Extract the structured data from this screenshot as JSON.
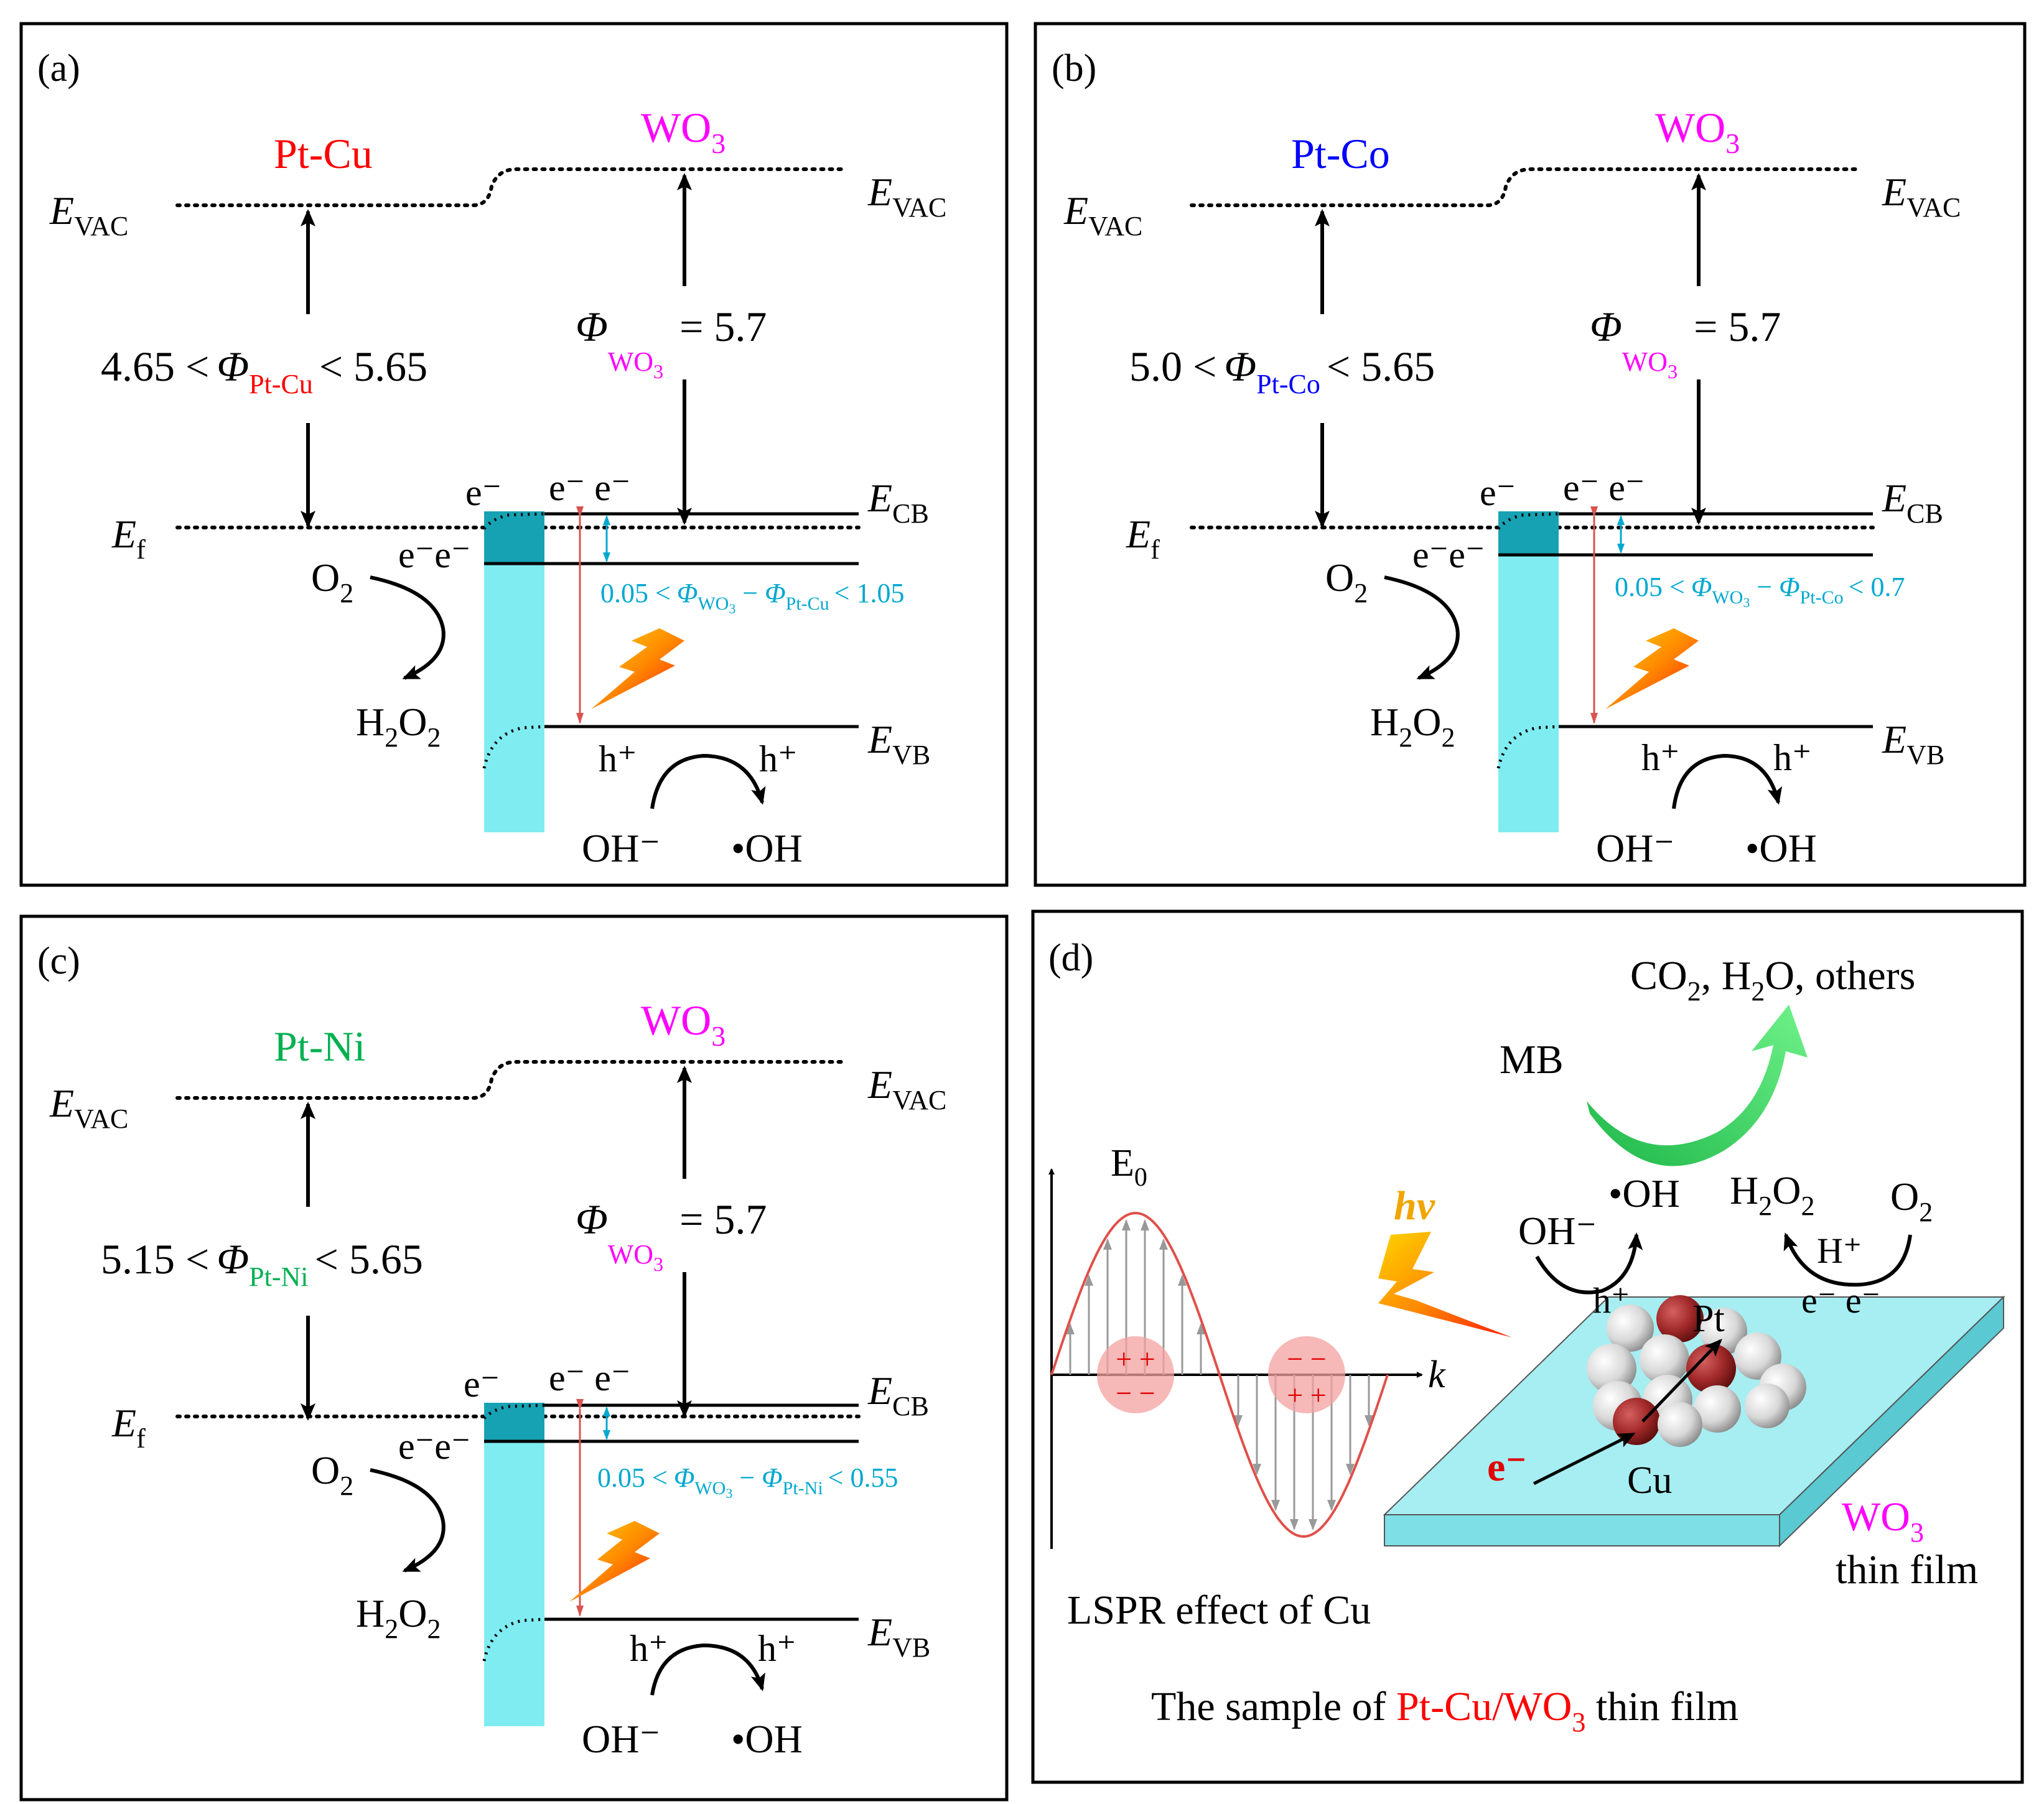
{
  "colors": {
    "cu": "#ff0000",
    "co": "#0000ff",
    "ni": "#00b050",
    "wo3": "#ff00ff",
    "band_fill": "#7fecf2",
    "band_dark": "#17a2b3",
    "offset_text": "#00b0d8",
    "gap_arrow": "#d9534f",
    "hv": "#f0a500",
    "film_top": "#a6eef2",
    "mb_arrow": "#22c55e"
  },
  "panel_a": {
    "label": "(a)",
    "metal_sym": "Pt-Cu",
    "wo3_main": "WO",
    "wo3_sub": "3",
    "evac_e": "E",
    "evac_sub": "VAC",
    "ef_e": "E",
    "ef_sub": "f",
    "ecb_e": "E",
    "ecb_sub": "CB",
    "evb_e": "E",
    "evb_sub": "VB",
    "wf_low": "4.65 <",
    "phi": "Φ",
    "wf_metal_sub": "Pt-Cu",
    "wf_high": "< 5.65",
    "wo3_phi_sub": "WO",
    "wo3_phi_sub2": "3",
    "wo3_phi_val": "= 5.7",
    "offset_low": "0.05 <",
    "offset_phi1": "Φ",
    "offset_sub1": "WO",
    "offset_sub1b": "3",
    "offset_minus": " − ",
    "offset_phi2": "Φ",
    "offset_sub2": "Pt-Cu",
    "offset_high": "< 1.05",
    "e_top1": "e⁻",
    "e_top2": "e⁻ e⁻",
    "e_mid": "e⁻e⁻",
    "o2_main": "O",
    "o2_sub": "2",
    "h2o2_a": "H",
    "h2o2_s1": "2",
    "h2o2_b": "O",
    "h2o2_s2": "2",
    "hplus": "h⁺",
    "oh_minus": "OH⁻",
    "oh_rad": "•OH"
  },
  "panel_b": {
    "label": "(b)",
    "metal_sym": "Pt-Co",
    "wo3_main": "WO",
    "wo3_sub": "3",
    "evac_e": "E",
    "evac_sub": "VAC",
    "ef_e": "E",
    "ef_sub": "f",
    "ecb_e": "E",
    "ecb_sub": "CB",
    "evb_e": "E",
    "evb_sub": "VB",
    "wf_low": "5.0 <",
    "phi": "Φ",
    "wf_metal_sub": "Pt-Co",
    "wf_high": "< 5.65",
    "wo3_phi_sub": "WO",
    "wo3_phi_sub2": "3",
    "wo3_phi_val": "= 5.7",
    "offset_low": "0.05 <",
    "offset_phi1": "Φ",
    "offset_sub1": "WO",
    "offset_sub1b": "3",
    "offset_minus": " − ",
    "offset_phi2": "Φ",
    "offset_sub2": "Pt-Co",
    "offset_high": "< 0.7",
    "e_top1": "e⁻",
    "e_top2": "e⁻ e⁻",
    "e_mid": "e⁻e⁻",
    "o2_main": "O",
    "o2_sub": "2",
    "h2o2_a": "H",
    "h2o2_s1": "2",
    "h2o2_b": "O",
    "h2o2_s2": "2",
    "hplus": "h⁺",
    "oh_minus": "OH⁻",
    "oh_rad": "•OH"
  },
  "panel_c": {
    "label": "(c)",
    "metal_sym": "Pt-Ni",
    "wo3_main": "WO",
    "wo3_sub": "3",
    "evac_e": "E",
    "evac_sub": "VAC",
    "ef_e": "E",
    "ef_sub": "f",
    "ecb_e": "E",
    "ecb_sub": "CB",
    "evb_e": "E",
    "evb_sub": "VB",
    "wf_low": "5.15 <",
    "phi": "Φ",
    "wf_metal_sub": "Pt-Ni",
    "wf_high": "< 5.65",
    "wo3_phi_sub": "WO",
    "wo3_phi_sub2": "3",
    "wo3_phi_val": "= 5.7",
    "offset_low": "0.05 <",
    "offset_phi1": "Φ",
    "offset_sub1": "WO",
    "offset_sub1b": "3",
    "offset_minus": " − ",
    "offset_phi2": "Φ",
    "offset_sub2": "Pt-Ni",
    "offset_high": "< 0.55",
    "e_top1": "e⁻",
    "e_top2": "e⁻ e⁻",
    "e_mid": "e⁻e⁻",
    "o2_main": "O",
    "o2_sub": "2",
    "h2o2_a": "H",
    "h2o2_s1": "2",
    "h2o2_b": "O",
    "h2o2_s2": "2",
    "hplus": "h⁺",
    "oh_minus": "OH⁻",
    "oh_rad": "•OH"
  },
  "panel_d": {
    "label": "(d)",
    "products_a": "CO",
    "products_s1": "2",
    "products_b": ", H",
    "products_s2": "2",
    "products_c": "O, others",
    "mb": "MB",
    "e0_main": "E",
    "e0_sub": "0",
    "k": "k",
    "hv": "hν",
    "plus2": "+ +",
    "minus2": "− −",
    "oh_minus": "OH⁻",
    "oh_rad": "•OH",
    "h2o2_a": "H",
    "h2o2_s1": "2",
    "h2o2_b": "O",
    "h2o2_s2": "2",
    "o2_main": "O",
    "o2_sub": "2",
    "hplus_H": "H⁺",
    "hplus_h": "h⁺",
    "e_pair": "e⁻ e⁻",
    "pt": "Pt",
    "cu": "Cu",
    "e_minus": "e⁻",
    "film_wo3_main": "WO",
    "film_wo3_sub": "3",
    "film_text": "thin film",
    "lspr": "LSPR effect of Cu",
    "caption_pre": "The sample of ",
    "caption_red": "Pt-Cu/WO",
    "caption_sub": "3",
    "caption_post": " thin film"
  }
}
